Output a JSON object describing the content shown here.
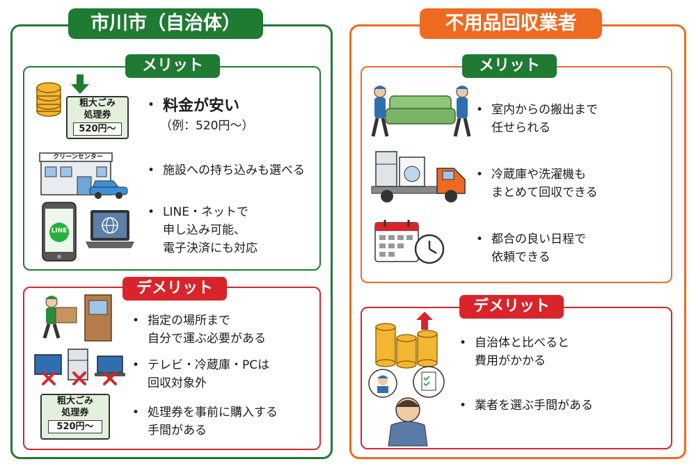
{
  "left": {
    "title": "市川市（自治体）",
    "merit": {
      "label": "メリット",
      "items": [
        {
          "line1": "料金が安い",
          "line2": "（例：520円〜）"
        },
        {
          "line1": "施設への持ち込みも選べる"
        },
        {
          "line1": "LINE・ネットで",
          "line2": "申し込み可能、",
          "line3": "電子決済にも対応"
        }
      ],
      "ticket": {
        "line1": "粗大ごみ",
        "line2": "処理券",
        "price": "520円〜"
      },
      "building_sign": "クリーンセンター",
      "phone_label": "LINE"
    },
    "demerit": {
      "label": "デメリット",
      "items": [
        {
          "line1": "指定の場所まで",
          "line2": "自分で運ぶ必要がある"
        },
        {
          "line1": "テレビ・冷蔵庫・PCは",
          "line2": "回収対象外"
        },
        {
          "line1": "処理券を事前に購入する",
          "line2": "手間がある"
        }
      ],
      "ticket": {
        "line1": "粗大ごみ",
        "line2": "処理券",
        "price": "520円〜"
      }
    }
  },
  "right": {
    "title": "不用品回収業者",
    "merit": {
      "label": "メリット",
      "items": [
        {
          "line1": "室内からの搬出まで",
          "line2": "任せられる"
        },
        {
          "line1": "冷蔵庫や洗濯機も",
          "line2": "まとめて回収できる"
        },
        {
          "line1": "都合の良い日程で",
          "line2": "依頼できる"
        }
      ]
    },
    "demerit": {
      "label": "デメリット",
      "items": [
        {
          "line1": "自治体と比べると",
          "line2": "費用がかかる"
        },
        {
          "line1": "業者を選ぶ手間がある"
        }
      ]
    }
  },
  "bullet": "•",
  "colors": {
    "green": "#1f7a32",
    "orange": "#ef6a21",
    "red": "#d9242b"
  }
}
